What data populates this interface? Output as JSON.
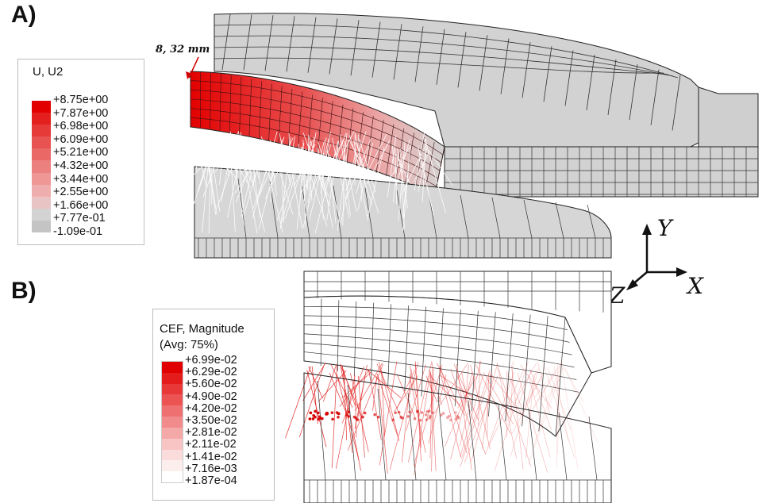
{
  "panel_a": {
    "label": "A)",
    "annotation": "8, 32 mm",
    "legend": {
      "title": "U, U2",
      "values": [
        "+8.75e+00",
        "+7.87e+00",
        "+6.98e+00",
        "+6.09e+00",
        "+5.21e+00",
        "+4.32e+00",
        "+3.44e+00",
        "+2.55e+00",
        "+1.66e+00",
        "+7.77e-01",
        "-1.09e-01"
      ],
      "colors": [
        "#e30000",
        "#e4201e",
        "#e63a38",
        "#e85250",
        "#ea6967",
        "#ec807e",
        "#ee9795",
        "#efaead",
        "#e8c4c4",
        "#d3d3d3",
        "#c4c4c4"
      ]
    }
  },
  "panel_b": {
    "label": "B)",
    "legend": {
      "title_line1": "CEF, Magnitude",
      "title_line2": "(Avg: 75%)",
      "values": [
        "+6.99e-02",
        "+6.29e-02",
        "+5.60e-02",
        "+4.90e-02",
        "+4.20e-02",
        "+3.50e-02",
        "+2.81e-02",
        "+2.11e-02",
        "+1.41e-02",
        "+7.16e-03",
        "+1.87e-04"
      ],
      "colors": [
        "#e00000",
        "#e41c1c",
        "#e83838",
        "#ec5454",
        "#ef7070",
        "#f28c8c",
        "#f5a8a8",
        "#f8c4c4",
        "#fbdcdc",
        "#fdeeee",
        "#ffffff"
      ]
    }
  },
  "axes": {
    "y": "Y",
    "x": "X",
    "z": "Z"
  }
}
